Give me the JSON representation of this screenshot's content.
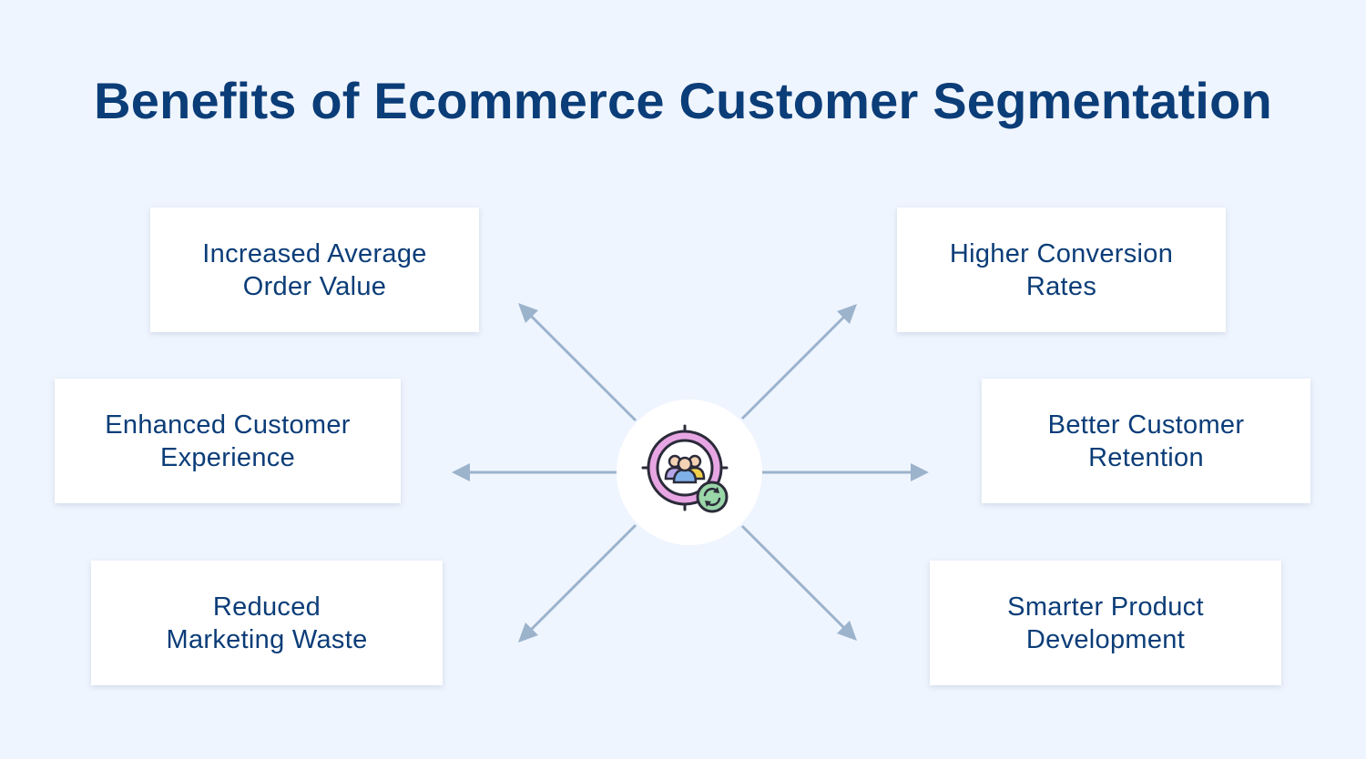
{
  "title": "Benefits of Ecommerce Customer Segmentation",
  "colors": {
    "background": "#eff5fe",
    "title": "#0b3d78",
    "card_text": "#0b3d78",
    "arrow": "#9cb3cc"
  },
  "center_icon": "customer-segmentation-icon",
  "benefits": [
    {
      "label": "Increased Average\nOrder Value"
    },
    {
      "label": "Higher Conversion\nRates"
    },
    {
      "label": "Enhanced Customer\nExperience"
    },
    {
      "label": "Better Customer\nRetention"
    },
    {
      "label": "Reduced\nMarketing Waste"
    },
    {
      "label": "Smarter Product\nDevelopment"
    }
  ]
}
